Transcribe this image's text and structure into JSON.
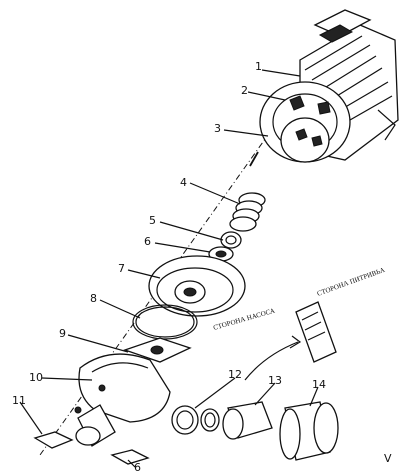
{
  "callouts": [
    "1",
    "2",
    "3",
    "4",
    "5",
    "6",
    "7",
    "8",
    "9",
    "10",
    "11",
    "12",
    "13",
    "14",
    "6"
  ],
  "side_labels": {
    "pump_side": "СТОРОНА НАСОСА",
    "motor_side": "СТОРОНА ПИТРИВЬА"
  },
  "corner_mark": "V"
}
